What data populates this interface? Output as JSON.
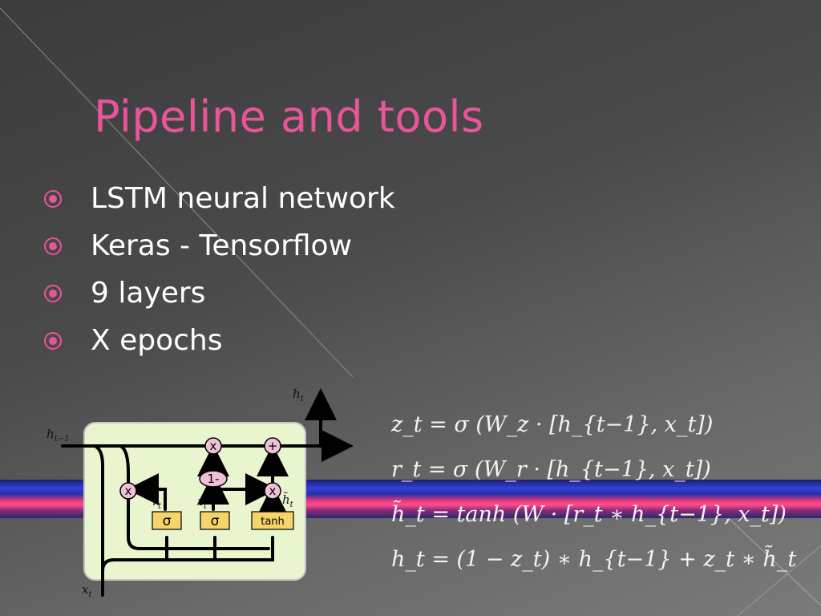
{
  "slide": {
    "title": "Pipeline and tools",
    "bullets": [
      {
        "label": "LSTM neural network"
      },
      {
        "label": "Keras - Tensorflow"
      },
      {
        "label": "9 layers"
      },
      {
        "label": "X epochs"
      }
    ],
    "accent_color": "#e8559a"
  },
  "gru_diagram": {
    "labels": {
      "h_prev": "h",
      "h_prev_sub": "t−1",
      "h_out": "h",
      "h_out_sub": "t",
      "x_in": "x",
      "x_in_sub": "t",
      "r": "r",
      "r_sub": "t",
      "z": "z",
      "z_sub": "t",
      "h_tilde": "h̃",
      "h_tilde_sub": "t"
    },
    "nodes": {
      "mult_top": "x",
      "plus": "+",
      "mult_left": "x",
      "mult_right": "x",
      "one_minus": "1-",
      "sigma_r": "σ",
      "sigma_z": "σ",
      "tanh": "tanh"
    },
    "cell_color": "#e9f5cf"
  },
  "equations": {
    "z_t": "z_t = σ (W_z · [h_{t−1}, x_t])",
    "r_t": "r_t = σ (W_r · [h_{t−1}, x_t])",
    "h_tilde_t": "h̃_t = tanh (W · [r_t ∗ h_{t−1}, x_t])",
    "h_t": "h_t = (1 − z_t) ∗ h_{t−1} + z_t ∗ h̃_t"
  }
}
